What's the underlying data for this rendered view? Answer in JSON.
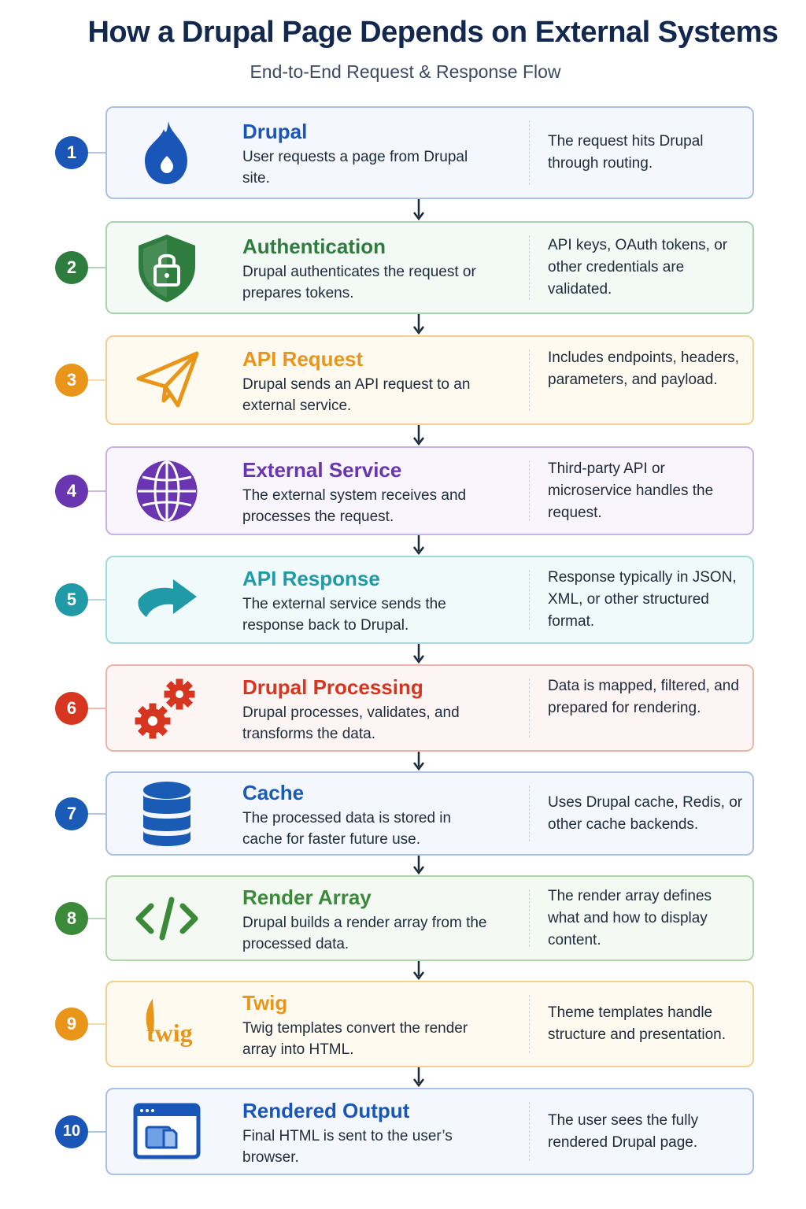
{
  "title": "How a Drupal Page Depends on External Systems",
  "subtitle": "End-to-End Request & Response Flow",
  "steps": [
    {
      "number": "1",
      "title": "Drupal",
      "description": "User requests a page from Drupal site.",
      "note": "The request hits Drupal through routing.",
      "color": "#1a56b8",
      "bg": "#f4f7fd",
      "border": "#a9c0e8",
      "icon": "drupal-drop-icon"
    },
    {
      "number": "2",
      "title": "Authentication",
      "description": "Drupal authenticates the request or prepares tokens.",
      "note": "API keys, OAuth tokens, or other credentials are validated.",
      "color": "#2e7d3e",
      "bg": "#f3f9f4",
      "border": "#a8d2b1",
      "icon": "shield-lock-icon"
    },
    {
      "number": "3",
      "title": "API Request",
      "description": "Drupal sends an API request to an external service.",
      "note": "Includes endpoints, headers, parameters, and payload.",
      "color": "#e8951a",
      "bg": "#fefaf0",
      "border": "#f2d08f",
      "icon": "paper-plane-icon"
    },
    {
      "number": "4",
      "title": "External Service",
      "description": "The external system receives and processes the request.",
      "note": "Third-party API or microservice handles the request.",
      "color": "#6a35b0",
      "bg": "#f8f5fd",
      "border": "#c8b1e6",
      "icon": "globe-icon"
    },
    {
      "number": "5",
      "title": "API Response",
      "description": "The external service sends the response back to Drupal.",
      "note": "Response typically in JSON, XML, or other structured format.",
      "color": "#1f9aa6",
      "bg": "#f1fafb",
      "border": "#a4d9de",
      "icon": "curved-arrow-icon"
    },
    {
      "number": "6",
      "title": "Drupal Processing",
      "description": "Drupal processes, validates, and transforms the data.",
      "note": "Data is mapped, filtered, and prepared for rendering.",
      "color": "#d6361f",
      "bg": "#fdf5f3",
      "border": "#efb4a8",
      "icon": "gears-icon"
    },
    {
      "number": "7",
      "title": "Cache",
      "description": "The processed data is stored in cache for faster future use.",
      "note": "Uses Drupal cache, Redis, or other cache backends.",
      "color": "#1a5cb5",
      "bg": "#f4f7fd",
      "border": "#aac1e7",
      "icon": "database-icon"
    },
    {
      "number": "8",
      "title": "Render Array",
      "description": "Drupal builds a render array from the processed data.",
      "note": "The render array defines what and how to display content.",
      "color": "#3a8a3a",
      "bg": "#f4f9f3",
      "border": "#afd5aa",
      "icon": "code-icon"
    },
    {
      "number": "9",
      "title": "Twig",
      "description": "Twig templates convert the render array into HTML.",
      "note": "Theme templates handle structure and presentation.",
      "color": "#e8951a",
      "bg": "#fefaf0",
      "border": "#f2d08f",
      "icon": "twig-logo-icon",
      "icon_text": "twig"
    },
    {
      "number": "10",
      "title": "Rendered Output",
      "description": "Final HTML is sent to the user’s browser.",
      "note": "The user sees the fully rendered Drupal page.",
      "color": "#1a56b8",
      "bg": "#f4f7fd",
      "border": "#a9c0e8",
      "icon": "browser-window-icon"
    }
  ]
}
